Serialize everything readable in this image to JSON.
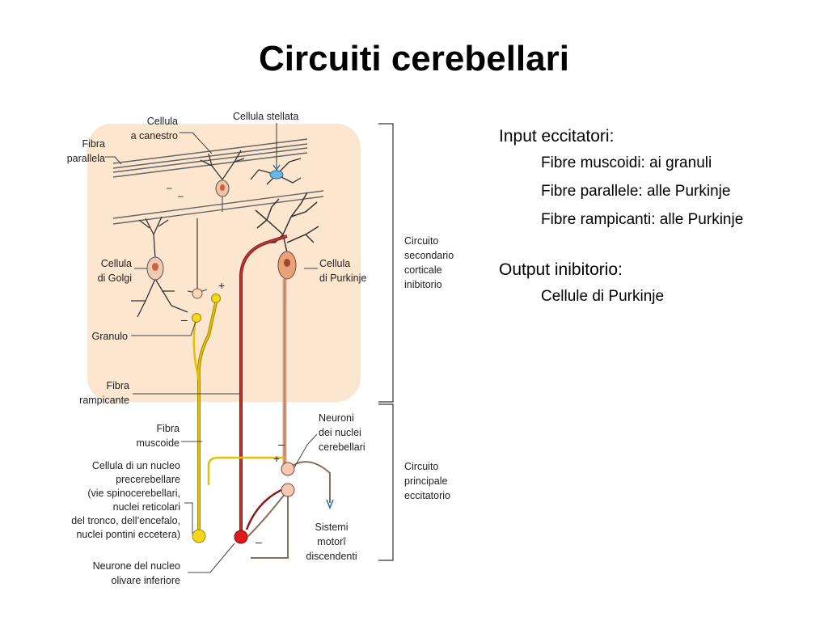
{
  "slide": {
    "title": "Circuiti cerebellari"
  },
  "diagram": {
    "labels": {
      "cellula_canestro_1": "Cellula",
      "cellula_canestro_2": "a canestro",
      "cellula_stellata": "Cellula stellata",
      "fibra_parallela_1": "Fibra",
      "fibra_parallela_2": "parallela",
      "cellula_golgi_1": "Cellula",
      "cellula_golgi_2": "di Golgi",
      "cellula_purkinje_1": "Cellula",
      "cellula_purkinje_2": "di Purkinje",
      "granulo": "Granulo",
      "fibra_rampicante_1": "Fibra",
      "fibra_rampicante_2": "rampicante",
      "fibra_muscoide_1": "Fibra",
      "fibra_muscoide_2": "muscoide",
      "nucleo_precereb_1": "Cellula di un nucleo",
      "nucleo_precereb_2": "precerebellare",
      "nucleo_precereb_3": "(vie spinocerebellari,",
      "nucleo_precereb_4": "nuclei reticolari",
      "nucleo_precereb_5": "del tronco, dell’encefalo,",
      "nucleo_precereb_6": "nuclei pontini eccetera)",
      "olivare_1": "Neurone del nucleo",
      "olivare_2": "olivare inferiore",
      "circuito_secondario_1": "Circuito",
      "circuito_secondario_2": "secondario",
      "circuito_secondario_3": "corticale",
      "circuito_secondario_4": "inibitorio",
      "circuito_principale_1": "Circuito",
      "circuito_principale_2": "principale",
      "circuito_principale_3": "eccitatorio",
      "neuroni_nuclei_1": "Neuroni",
      "neuroni_nuclei_2": "dei nuclei",
      "neuroni_nuclei_3": "cerebellari",
      "sistemi_1": "Sistemi",
      "sistemi_2": "motorî",
      "sistemi_3": "discendenti"
    },
    "colors": {
      "cortex_bg": "#fde6cf",
      "purkinje": "#e8a27a",
      "climbing_fiber": "#8b1a1a",
      "mossy_fiber": "#e5c000",
      "stellate": "#6ab8e0",
      "fiber_outline": "#555555"
    }
  },
  "bullets": {
    "input_heading": "Input eccitatori:",
    "input_items": [
      "Fibre muscoidi: ai granuli",
      "Fibre parallele: alle Purkinje",
      "Fibre rampicanti: alle Purkinje"
    ],
    "output_heading": "Output inibitorio:",
    "output_items": [
      "Cellule di Purkinje"
    ]
  }
}
